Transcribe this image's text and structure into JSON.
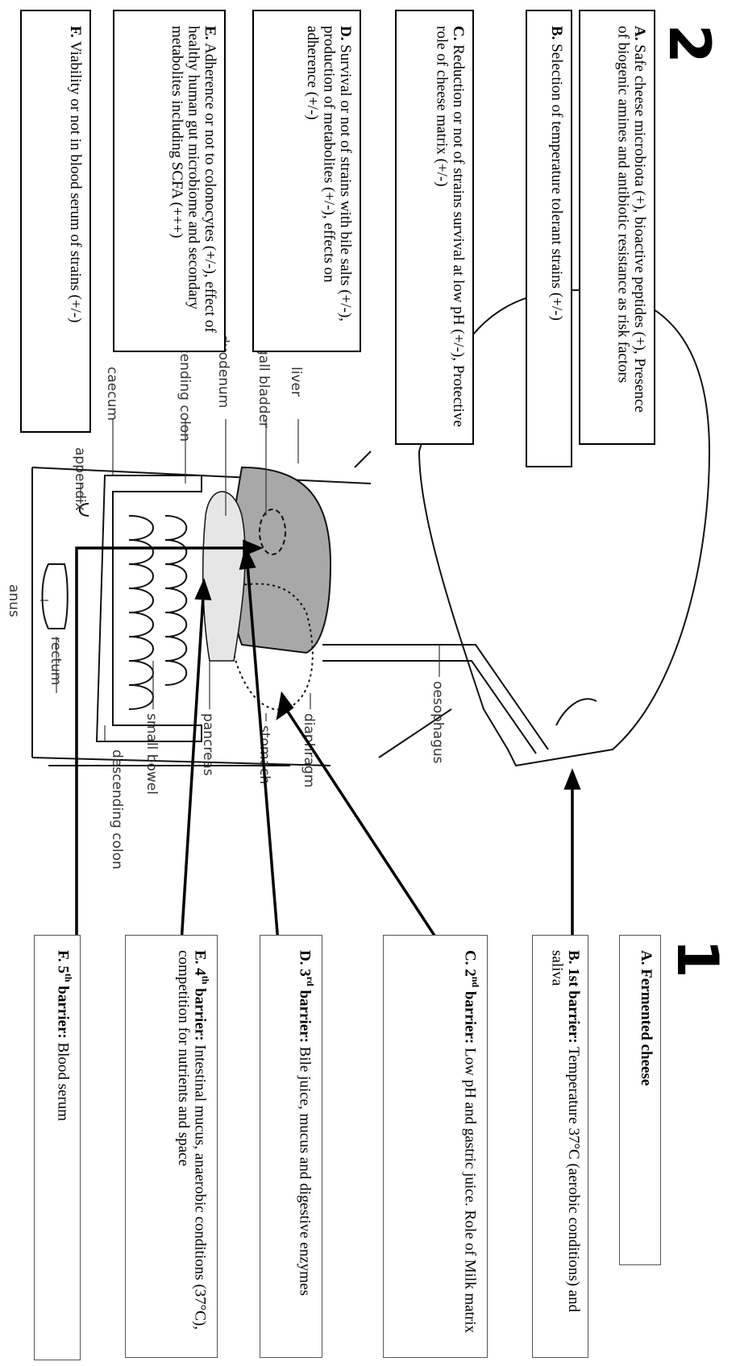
{
  "panel2": {
    "number": "2",
    "boxes": [
      {
        "letter": "A.",
        "text": " Safe cheese microbiota (+), bioactive peptides (+), Presence of biogenic amines and antibiotic resistance as risk factors"
      },
      {
        "letter": "B.",
        "text": " Selection of temperature tolerant strains (+/-)"
      },
      {
        "letter": "C.",
        "text": " Reduction or not of strains survival at low pH (+/-), Protective role of cheese matrix (+/-)"
      },
      {
        "letter": "D.",
        "text": " Survival or not of strains with bile salts (+/-), production of metabolites (+/-), effects on adherence (+/-)"
      },
      {
        "letter": "E.",
        "text": " Adherence or not to colonocytes (+/-), effect of healthy human gut microbiome and secondary metabolites including SCFA (+++)"
      },
      {
        "letter": "F.",
        "text": " Viability or not in blood serum of strains (+/-)"
      }
    ]
  },
  "panel1": {
    "number": "1",
    "boxes": [
      {
        "head": "A. Fermented cheese",
        "text": ""
      },
      {
        "head": "B. 1st barrier:",
        "text": " Temperature 37°C (aerobic conditions) and saliva"
      },
      {
        "head": "C. 2",
        "sup": "nd",
        "head2": " barrier:",
        "text": " Low pH and gastric juice. Role of Milk matrix"
      },
      {
        "head": "D. 3",
        "sup": "rd",
        "head2": " barrier:",
        "text": " Bile juice, mucus and digestive enzymes"
      },
      {
        "head": "E. 4",
        "sup": "th",
        "head2": " barrier:",
        "text": " Intestinal mucus, anaerobic conditions (37°C), competition for nutrients and space"
      },
      {
        "head": "F. 5",
        "sup": "th",
        "head2": " barrier:",
        "text": " Blood serum"
      }
    ]
  },
  "organs": {
    "liver": "liver",
    "gall_bladder": "gall bladder",
    "duodenum": "duodenum",
    "ascending_colon": "ascending colon",
    "caecum": "caecum",
    "appendix": "appendix",
    "anus": "anus",
    "rectum": "rectum",
    "descending_colon": "descending colon",
    "small_bowel": "small bowel",
    "pancreas": "pancreas",
    "stomach": "stomach",
    "diaphragm": "diaphragm",
    "oesophagus": "oesophagus"
  }
}
